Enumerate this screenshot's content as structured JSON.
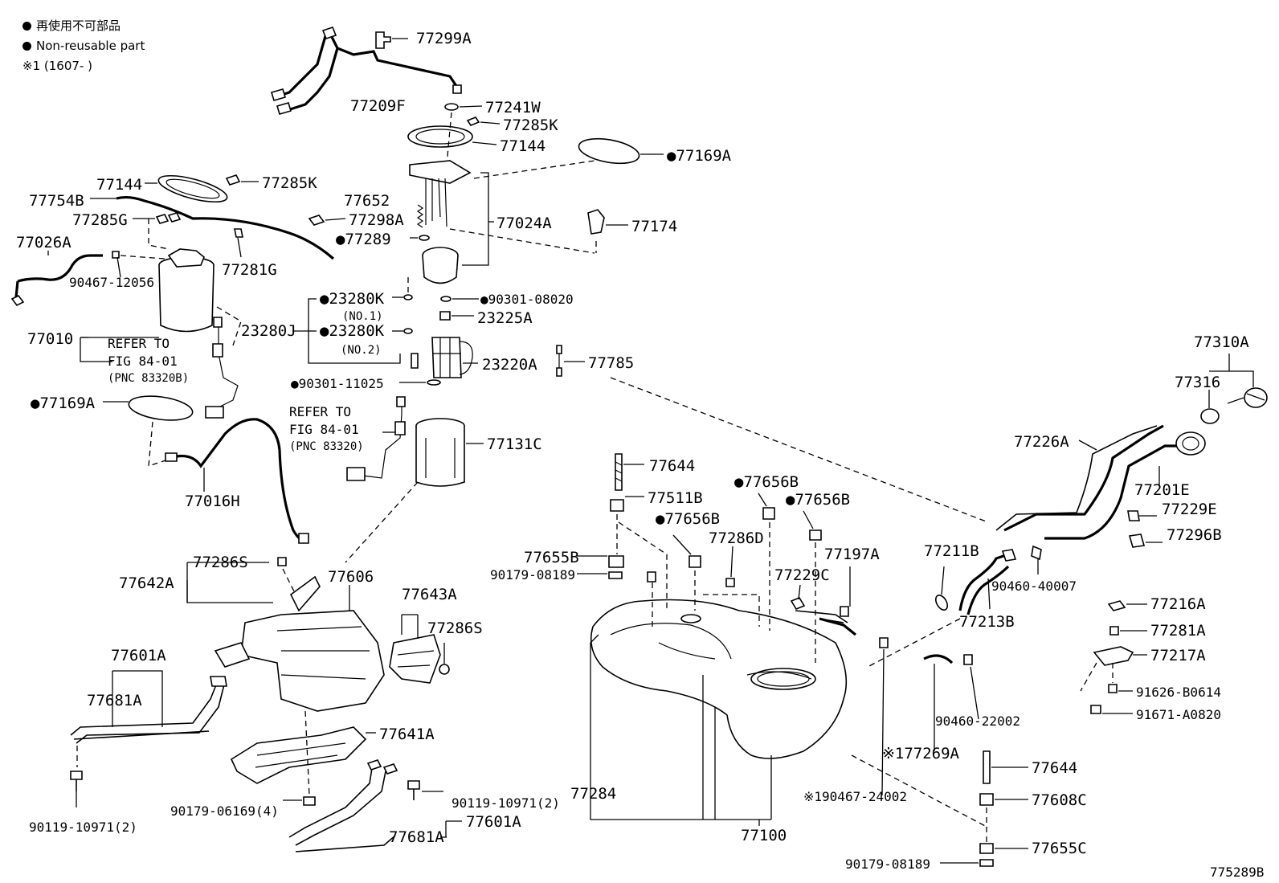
{
  "legend": {
    "non_reusable_jp": "再使用不可部品",
    "non_reusable_en": "Non-reusable part",
    "note1": "※1 (1607-      )"
  },
  "figure_id": "775289B",
  "labels": [
    {
      "id": "l1",
      "text": "77299A"
    },
    {
      "id": "l2",
      "text": "77209F"
    },
    {
      "id": "l3",
      "text": "77241W"
    },
    {
      "id": "l4",
      "text": "77285K"
    },
    {
      "id": "l5",
      "text": "77144"
    },
    {
      "id": "l6",
      "text": "●77169A"
    },
    {
      "id": "l7",
      "text": "77144"
    },
    {
      "id": "l8",
      "text": "77285K"
    },
    {
      "id": "l9",
      "text": "77754B"
    },
    {
      "id": "l10",
      "text": "77652"
    },
    {
      "id": "l11",
      "text": "77285G"
    },
    {
      "id": "l12",
      "text": "77298A"
    },
    {
      "id": "l13",
      "text": "77024A"
    },
    {
      "id": "l14",
      "text": "77174"
    },
    {
      "id": "l15",
      "text": "77026A"
    },
    {
      "id": "l16",
      "text": "●77289"
    },
    {
      "id": "l17",
      "text": "77281G"
    },
    {
      "id": "l18",
      "text": "90467-12056"
    },
    {
      "id": "l19",
      "text": "●23280K"
    },
    {
      "id": "l20",
      "text": "(NO.1)"
    },
    {
      "id": "l21",
      "text": "●90301-08020"
    },
    {
      "id": "l22",
      "text": "23225A"
    },
    {
      "id": "l23",
      "text": "77010"
    },
    {
      "id": "l24",
      "text": "REFER TO"
    },
    {
      "id": "l25",
      "text": "FIG 84-01"
    },
    {
      "id": "l26",
      "text": "(PNC 83320B)"
    },
    {
      "id": "l27",
      "text": "23280J"
    },
    {
      "id": "l28",
      "text": "●23280K"
    },
    {
      "id": "l29",
      "text": "(NO.2)"
    },
    {
      "id": "l30",
      "text": "23220A"
    },
    {
      "id": "l31",
      "text": "77785"
    },
    {
      "id": "l32",
      "text": "●90301-11025"
    },
    {
      "id": "l33",
      "text": "77310A"
    },
    {
      "id": "l34",
      "text": "77316"
    },
    {
      "id": "l35",
      "text": "●77169A"
    },
    {
      "id": "l36",
      "text": "REFER TO"
    },
    {
      "id": "l37",
      "text": "FIG 84-01"
    },
    {
      "id": "l38",
      "text": "(PNC 83320)"
    },
    {
      "id": "l39",
      "text": "77131C"
    },
    {
      "id": "l40",
      "text": "77226A"
    },
    {
      "id": "l41",
      "text": "77644"
    },
    {
      "id": "l42",
      "text": "77016H"
    },
    {
      "id": "l43",
      "text": "●77656B"
    },
    {
      "id": "l44",
      "text": "77201E"
    },
    {
      "id": "l45",
      "text": "77511B"
    },
    {
      "id": "l46",
      "text": "●77656B"
    },
    {
      "id": "l47",
      "text": "77229E"
    },
    {
      "id": "l48",
      "text": "●77656B"
    },
    {
      "id": "l49",
      "text": "77296B"
    },
    {
      "id": "l50",
      "text": "77286D"
    },
    {
      "id": "l51",
      "text": "77211B"
    },
    {
      "id": "l52",
      "text": "77655B"
    },
    {
      "id": "l53",
      "text": "77197A"
    },
    {
      "id": "l54",
      "text": "77286S"
    },
    {
      "id": "l55",
      "text": "90179-08189"
    },
    {
      "id": "l56",
      "text": "77229C"
    },
    {
      "id": "l57",
      "text": "90460-40007"
    },
    {
      "id": "l58",
      "text": "77642A"
    },
    {
      "id": "l59",
      "text": "77606"
    },
    {
      "id": "l60",
      "text": "77216A"
    },
    {
      "id": "l61",
      "text": "77643A"
    },
    {
      "id": "l62",
      "text": "77213B"
    },
    {
      "id": "l63",
      "text": "77281A"
    },
    {
      "id": "l64",
      "text": "77286S"
    },
    {
      "id": "l65",
      "text": "77217A"
    },
    {
      "id": "l66",
      "text": "77601A"
    },
    {
      "id": "l67",
      "text": "91626-B0614"
    },
    {
      "id": "l68",
      "text": "77681A"
    },
    {
      "id": "l69",
      "text": "91671-A0820"
    },
    {
      "id": "l70",
      "text": "90460-22002"
    },
    {
      "id": "l71",
      "text": "77641A"
    },
    {
      "id": "l72",
      "text": "※177269A"
    },
    {
      "id": "l73",
      "text": "77644"
    },
    {
      "id": "l74",
      "text": "77284"
    },
    {
      "id": "l75",
      "text": "90179-06169(4)"
    },
    {
      "id": "l76",
      "text": "90119-10971(2)"
    },
    {
      "id": "l77",
      "text": "※190467-24002"
    },
    {
      "id": "l78",
      "text": "77608C"
    },
    {
      "id": "l79",
      "text": "90119-10971(2)"
    },
    {
      "id": "l80",
      "text": "77601A"
    },
    {
      "id": "l81",
      "text": "77681A"
    },
    {
      "id": "l82",
      "text": "77100"
    },
    {
      "id": "l83",
      "text": "77655C"
    },
    {
      "id": "l84",
      "text": "90179-08189"
    }
  ]
}
